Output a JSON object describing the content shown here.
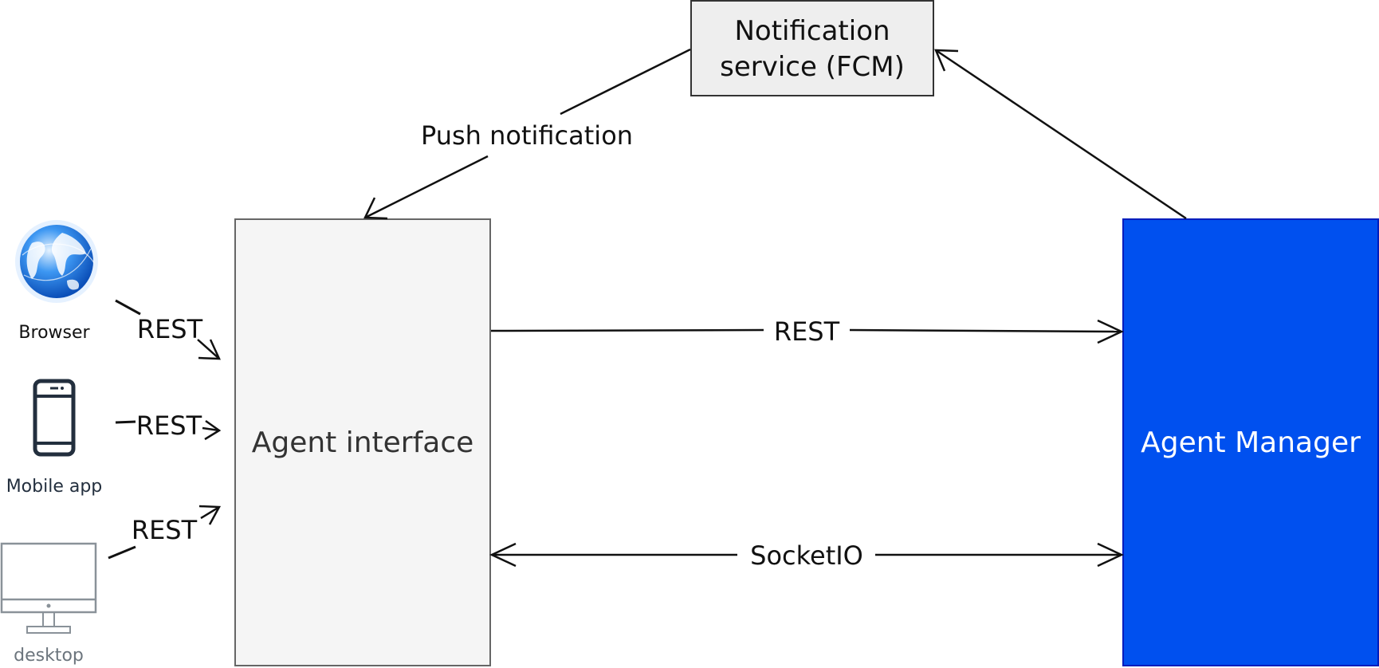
{
  "nodes": {
    "notification_service": {
      "line1": "Notification",
      "line2": "service (FCM)"
    },
    "agent_interface": {
      "label": "Agent interface"
    },
    "agent_manager": {
      "label": "Agent Manager"
    }
  },
  "clients": {
    "browser": {
      "label": "Browser",
      "icon": "globe-icon"
    },
    "mobile": {
      "label": "Mobile app",
      "icon": "smartphone-icon"
    },
    "desktop": {
      "label": "desktop",
      "icon": "monitor-icon"
    }
  },
  "edges": {
    "push": {
      "label": "Push notification"
    },
    "browser_rest": {
      "label": "REST"
    },
    "mobile_rest": {
      "label": "REST"
    },
    "desktop_rest": {
      "label": "REST"
    },
    "interface_manager_rest": {
      "label": "REST"
    },
    "socketio": {
      "label": "SocketIO"
    }
  },
  "colors": {
    "manager_fill": "#0050ef",
    "manager_text": "#ffffff",
    "interface_fill": "#f5f5f5",
    "notification_fill": "#eeeeee",
    "stroke": "#111111"
  }
}
